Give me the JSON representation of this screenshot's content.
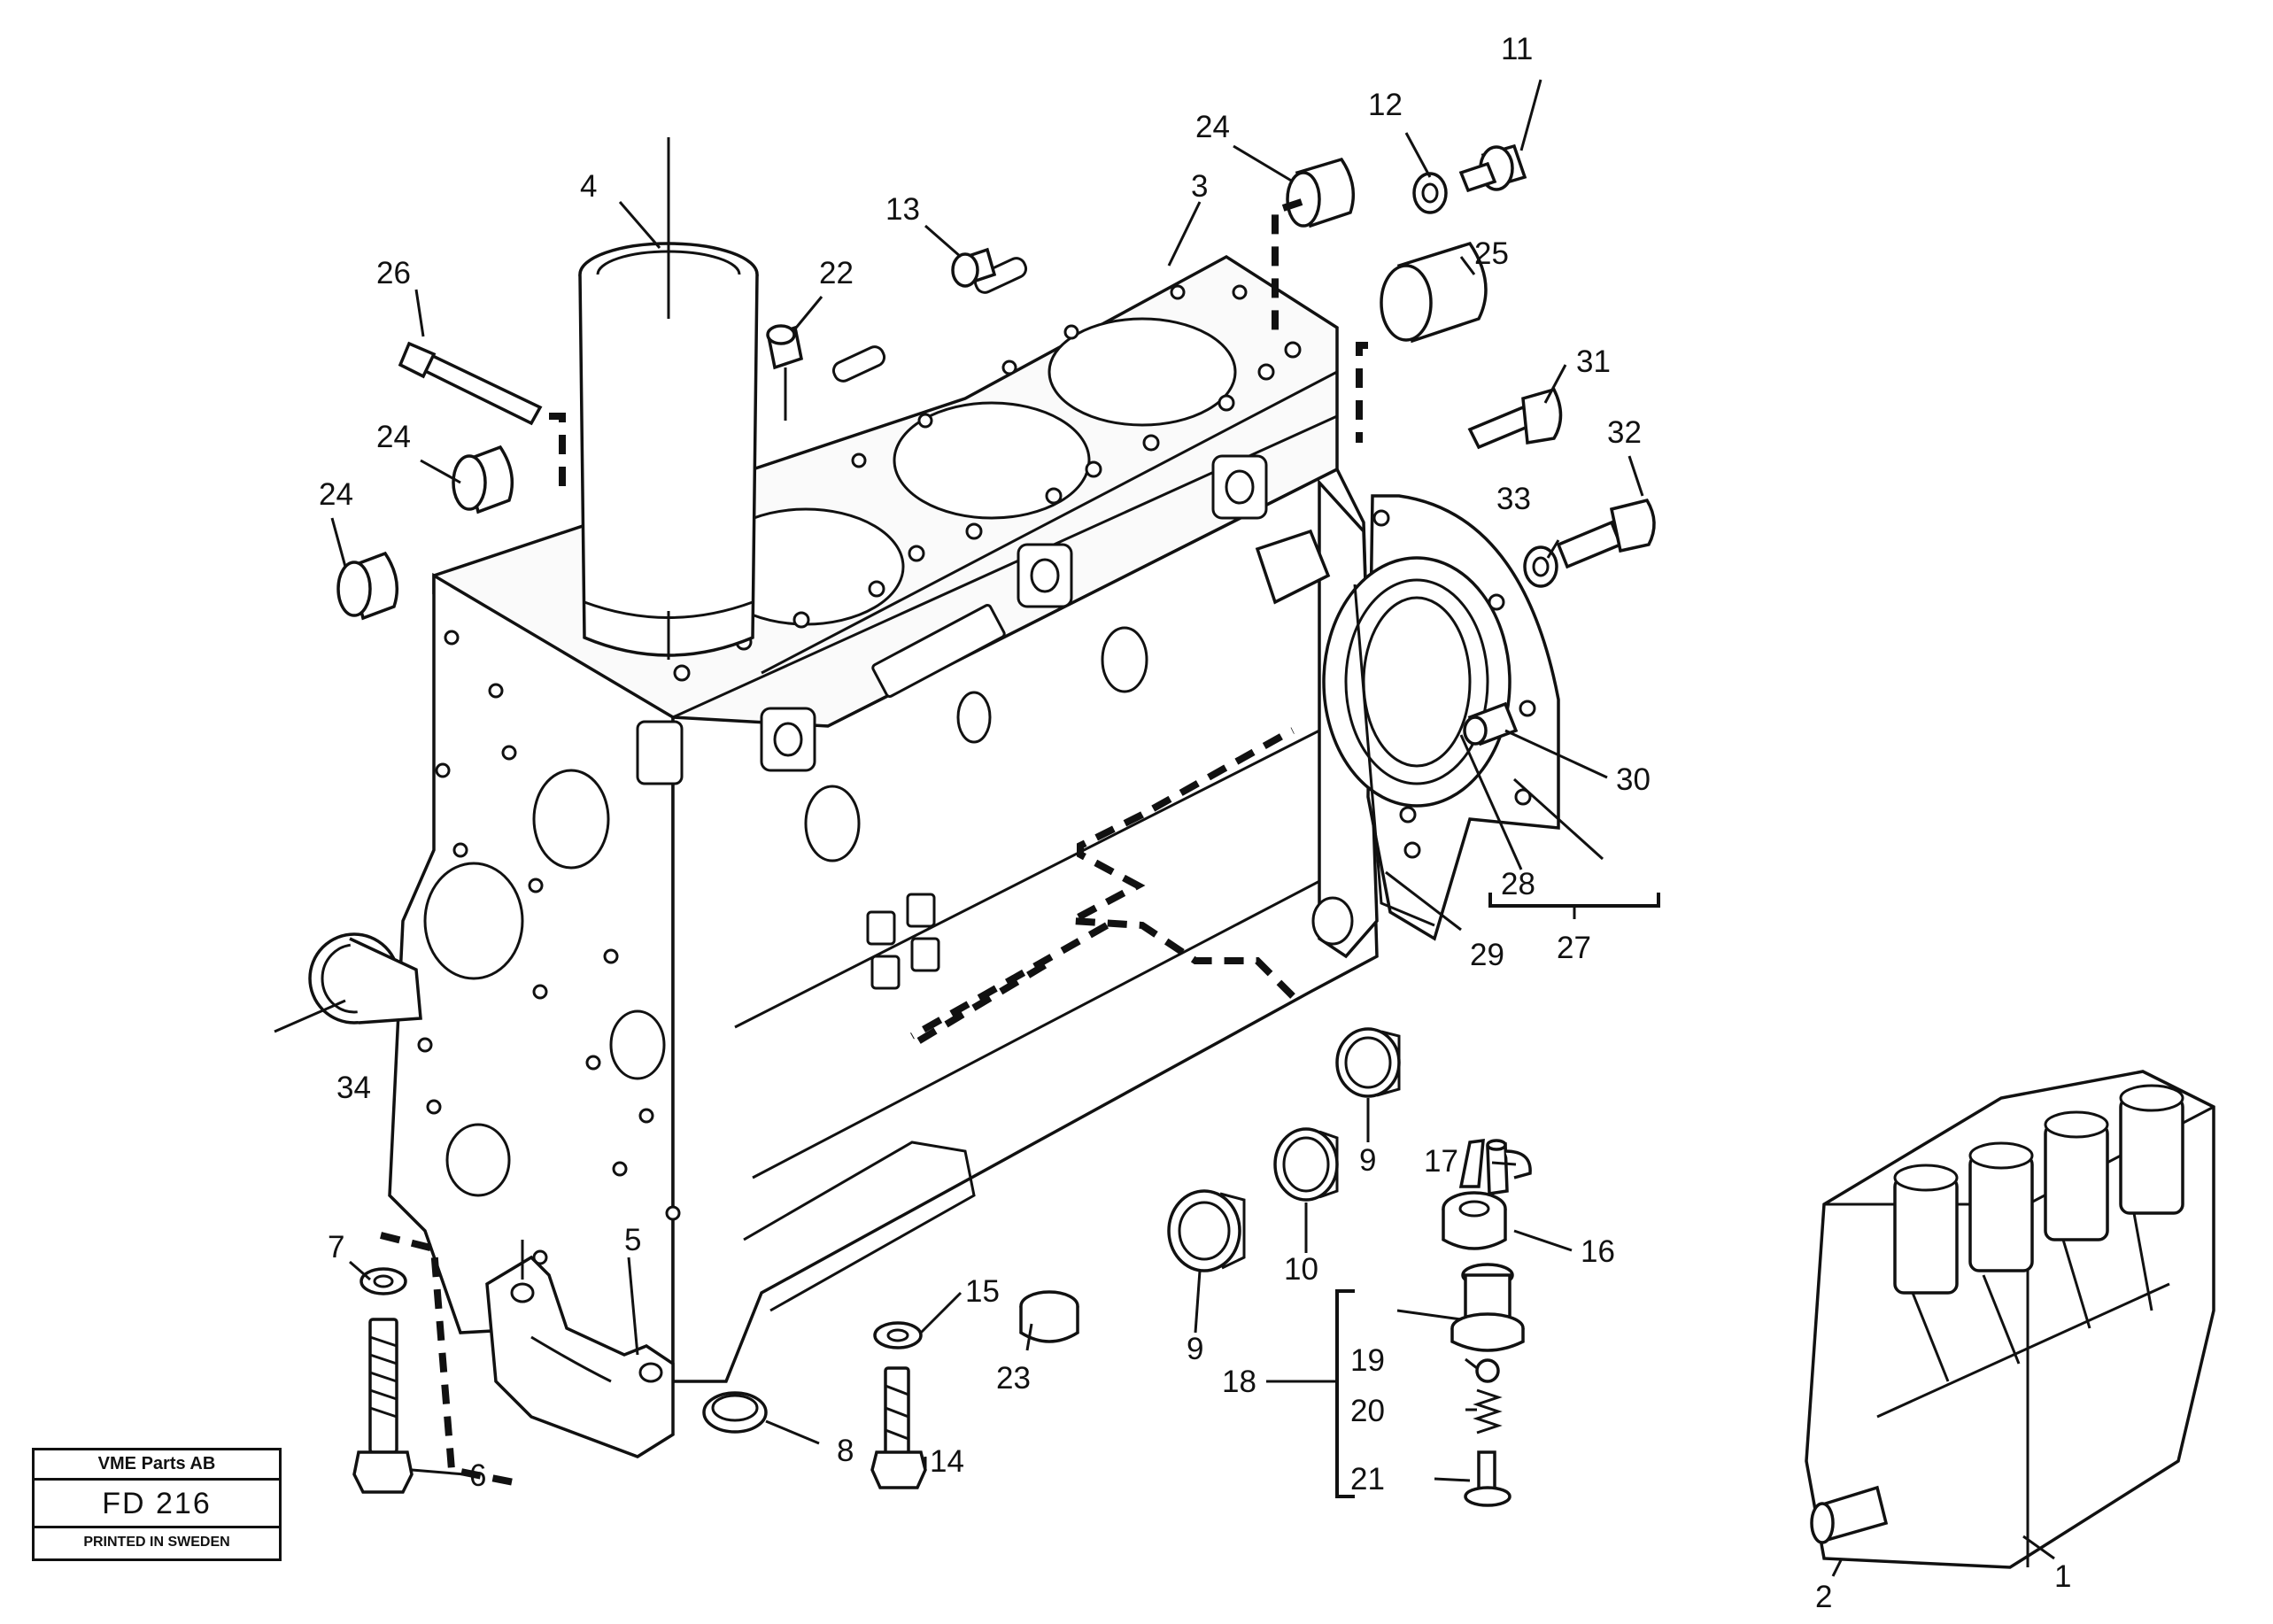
{
  "title_block": {
    "company": "VME Parts AB",
    "code": "FD 216",
    "printed": "PRINTED IN SWEDEN"
  },
  "callouts": {
    "c1": "1",
    "c2": "2",
    "c3": "3",
    "c4": "4",
    "c5": "5",
    "c6": "6",
    "c7": "7",
    "c8": "8",
    "c9a": "9",
    "c9b": "9",
    "c10": "10",
    "c11": "11",
    "c12": "12",
    "c13": "13",
    "c14": "14",
    "c15": "15",
    "c16": "16",
    "c17": "17",
    "c18": "18",
    "c19": "19",
    "c20": "20",
    "c21": "21",
    "c22": "22",
    "c23": "23",
    "c24a": "24",
    "c24b": "24",
    "c24c": "24",
    "c25": "25",
    "c26": "26",
    "c27": "27",
    "c28": "28",
    "c29": "29",
    "c30": "30",
    "c31": "31",
    "c32": "32",
    "c33": "33",
    "c34": "34"
  }
}
